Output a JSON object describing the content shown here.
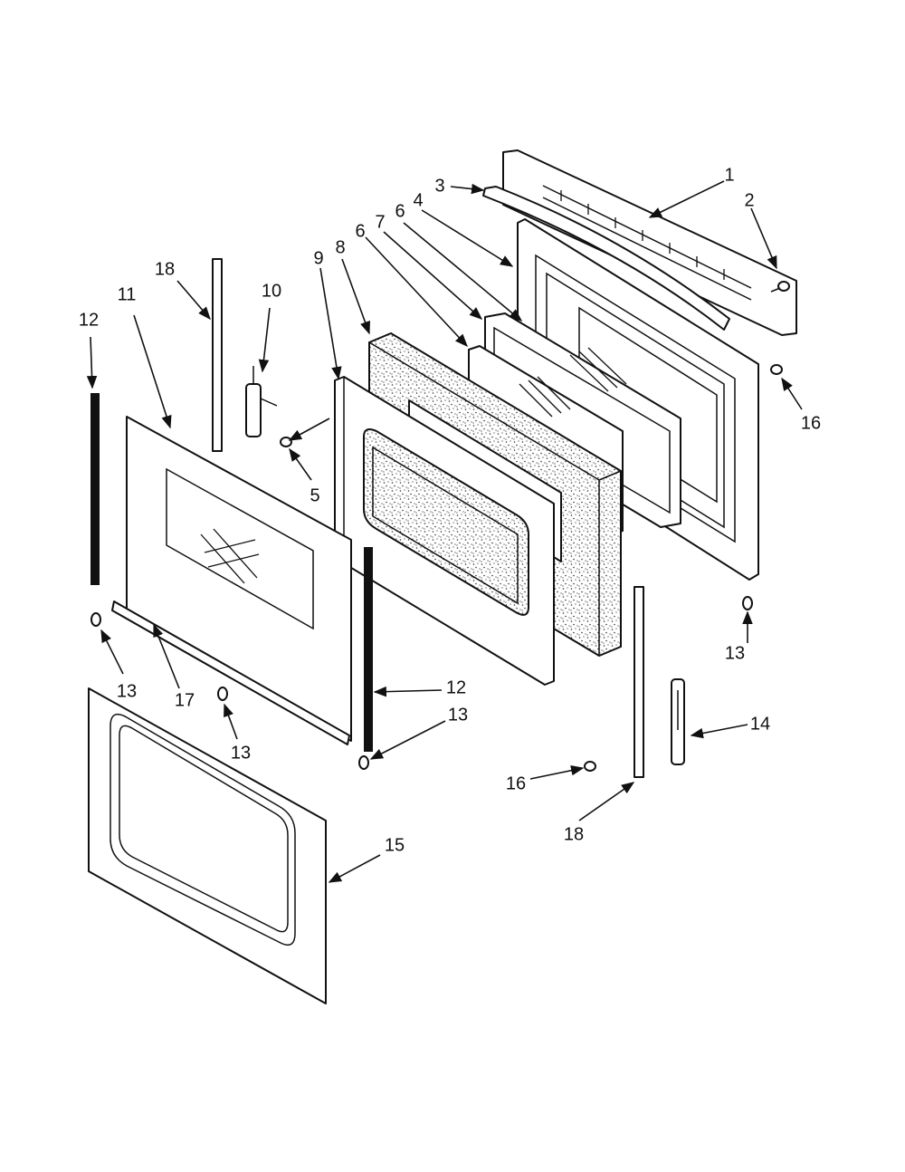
{
  "diagram": {
    "callouts": [
      {
        "id": "c1",
        "label": "1"
      },
      {
        "id": "c2",
        "label": "2"
      },
      {
        "id": "c3",
        "label": "3"
      },
      {
        "id": "c4",
        "label": "4"
      },
      {
        "id": "c6a",
        "label": "6"
      },
      {
        "id": "c7",
        "label": "7"
      },
      {
        "id": "c6b",
        "label": "6"
      },
      {
        "id": "c8",
        "label": "8"
      },
      {
        "id": "c9",
        "label": "9"
      },
      {
        "id": "c10",
        "label": "10"
      },
      {
        "id": "c18a",
        "label": "18"
      },
      {
        "id": "c11",
        "label": "11"
      },
      {
        "id": "c12a",
        "label": "12"
      },
      {
        "id": "c16a",
        "label": "16"
      },
      {
        "id": "c5",
        "label": "5"
      },
      {
        "id": "c13a",
        "label": "13"
      },
      {
        "id": "c13b",
        "label": "13"
      },
      {
        "id": "c17",
        "label": "17"
      },
      {
        "id": "c13c",
        "label": "13"
      },
      {
        "id": "c12b",
        "label": "12"
      },
      {
        "id": "c13d",
        "label": "13"
      },
      {
        "id": "c14",
        "label": "14"
      },
      {
        "id": "c16b",
        "label": "16"
      },
      {
        "id": "c18b",
        "label": "18"
      },
      {
        "id": "c15",
        "label": "15"
      }
    ]
  }
}
